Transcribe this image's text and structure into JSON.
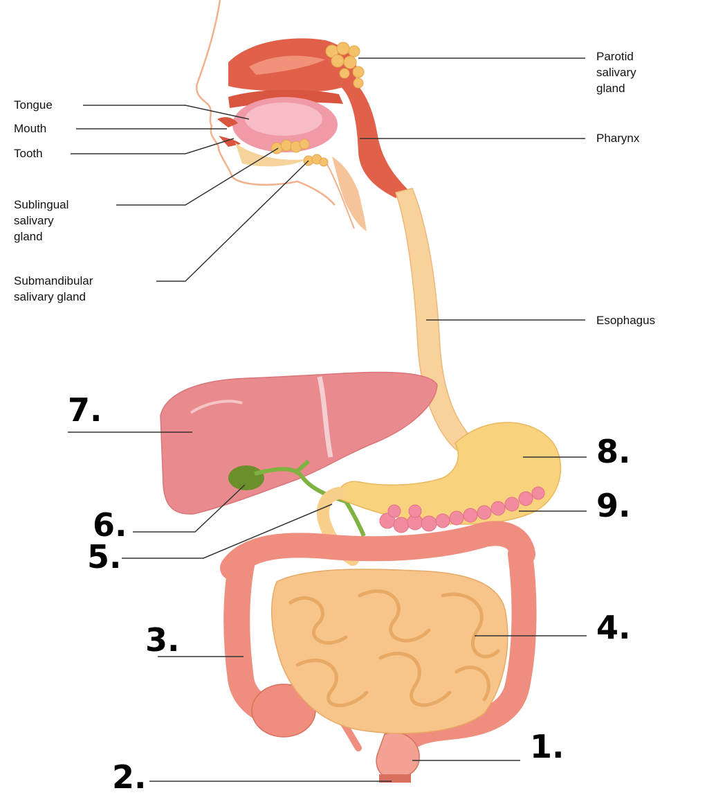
{
  "labels": {
    "tongue": "Tongue",
    "mouth": "Mouth",
    "tooth": "Tooth",
    "sublingual": [
      "Sublingual",
      "salivary",
      "gland"
    ],
    "submandibular": [
      "Submandibular",
      "salivary gland"
    ],
    "parotid": [
      "Parotid",
      "salivary",
      "gland"
    ],
    "pharynx": "Pharynx",
    "esophagus": "Esophagus"
  },
  "blanks": {
    "n1": "1.",
    "n2": "2.",
    "n3": "3.",
    "n4": "4.",
    "n5": "5.",
    "n6": "6.",
    "n7": "7.",
    "n8": "8.",
    "n9": "9."
  },
  "colors": {
    "organ_red": "#e0604a",
    "liver": "#e98b8e",
    "stomach": "#f8d27c",
    "small_intestine": "#f7c489",
    "large_intestine": "#ef8e7e",
    "gallbladder": "#6b8f2a",
    "bile_duct": "#7fb241",
    "pancreas": "#f08ba0",
    "salivary_gland": "#f5c06a"
  }
}
